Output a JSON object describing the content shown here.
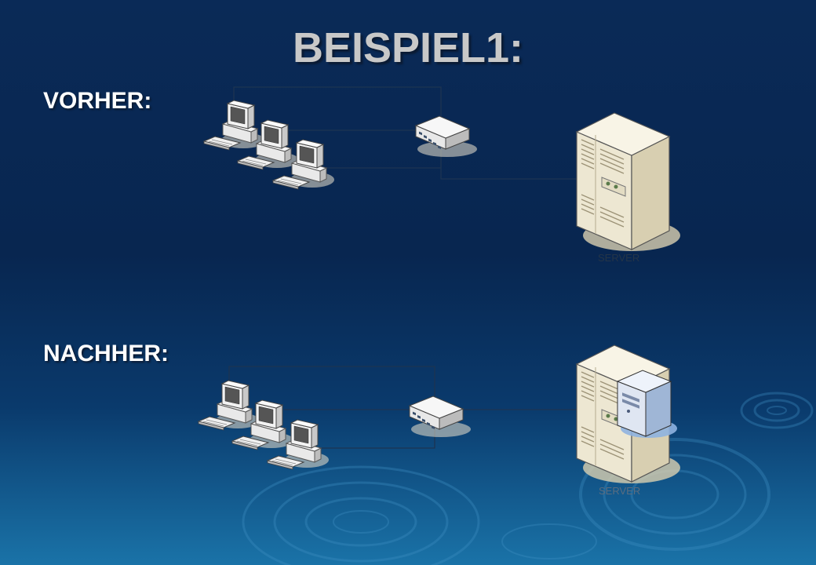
{
  "slide": {
    "title": "BEISPIEL1:",
    "sections": [
      {
        "label": "VORHER:",
        "server_caption": "SERVER",
        "workstations": 3,
        "hub": "switch",
        "server_type": "tower-server"
      },
      {
        "label": "NACHHER:",
        "server_caption": "SERVER",
        "workstations": 3,
        "hub": "switch",
        "server_type": "tower-server-with-virtual-server"
      }
    ]
  },
  "colors": {
    "background_top": "#0a2a57",
    "background_bottom": "#1a73a8",
    "title": "#c8c8c8",
    "labels": "#ffffff",
    "connection_lines": "#1d3452"
  }
}
